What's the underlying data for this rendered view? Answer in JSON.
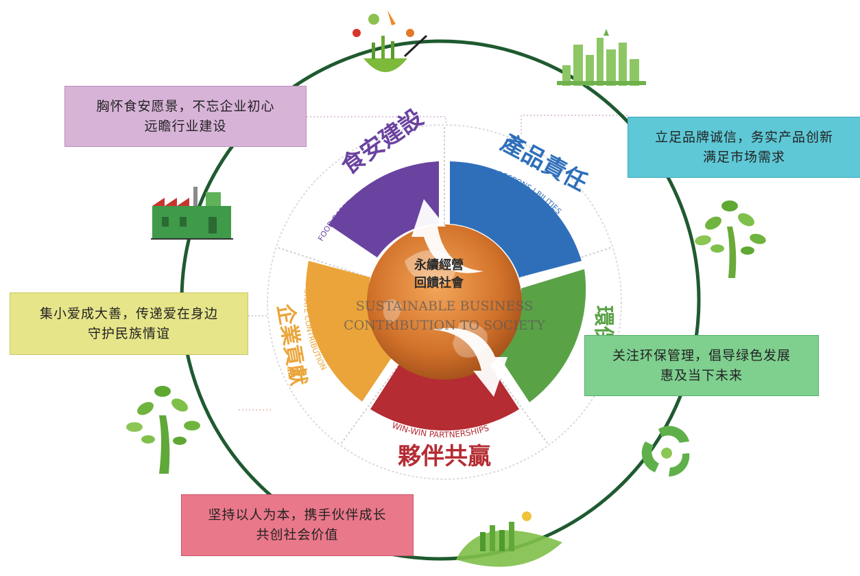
{
  "diagram": {
    "center": {
      "line1": "永續經營",
      "line2": "回饋社會",
      "en_line1": "SUSTAINABLE BUSINESS",
      "en_line2": "CONTRIBUTION TO SOCIETY"
    },
    "segments": [
      {
        "id": "food",
        "title_cn": "食安建設",
        "title_en": "FOOD SAFETY DEVELOPMENT",
        "color": "#6a43a0"
      },
      {
        "id": "product",
        "title_cn": "產品責任",
        "title_en": "PRODUCT RESPONS I BILITIES",
        "color": "#2f6fba"
      },
      {
        "id": "env",
        "title_cn": "環保",
        "title_en": "",
        "color": "#5aa246"
      },
      {
        "id": "partner",
        "title_cn": "夥伴共贏",
        "title_en": "WIN-WIN PARTNERSHIPS",
        "color": "#b52c33"
      },
      {
        "id": "corporate",
        "title_cn": "企業貢獻",
        "title_en": "CORPORATE CONTRIBUTION",
        "color": "#eba43a"
      }
    ],
    "ring_color": "#1f5a30"
  },
  "notes": {
    "food": {
      "line1": "胸怀食安愿景，不忘企业初心",
      "line2": "远瞻行业建设"
    },
    "product": {
      "line1": "立足品牌诚信，务实产品创新",
      "line2": "满足市场需求"
    },
    "charity": {
      "line1": "集小爱成大善，传递爱在身边",
      "line2": "守护民族情谊"
    },
    "env": {
      "line1": "关注环保管理，倡导绿色发展",
      "line2": "惠及当下未来"
    },
    "partner": {
      "line1": "坚持以人为本，携手伙伴成长",
      "line2": "共创社会价值"
    }
  },
  "icons": [
    "food-bowl-icon",
    "city-skyline-icon",
    "factory-icon",
    "eco-tree-icon",
    "recycle-icon",
    "green-city-leaf-icon"
  ]
}
